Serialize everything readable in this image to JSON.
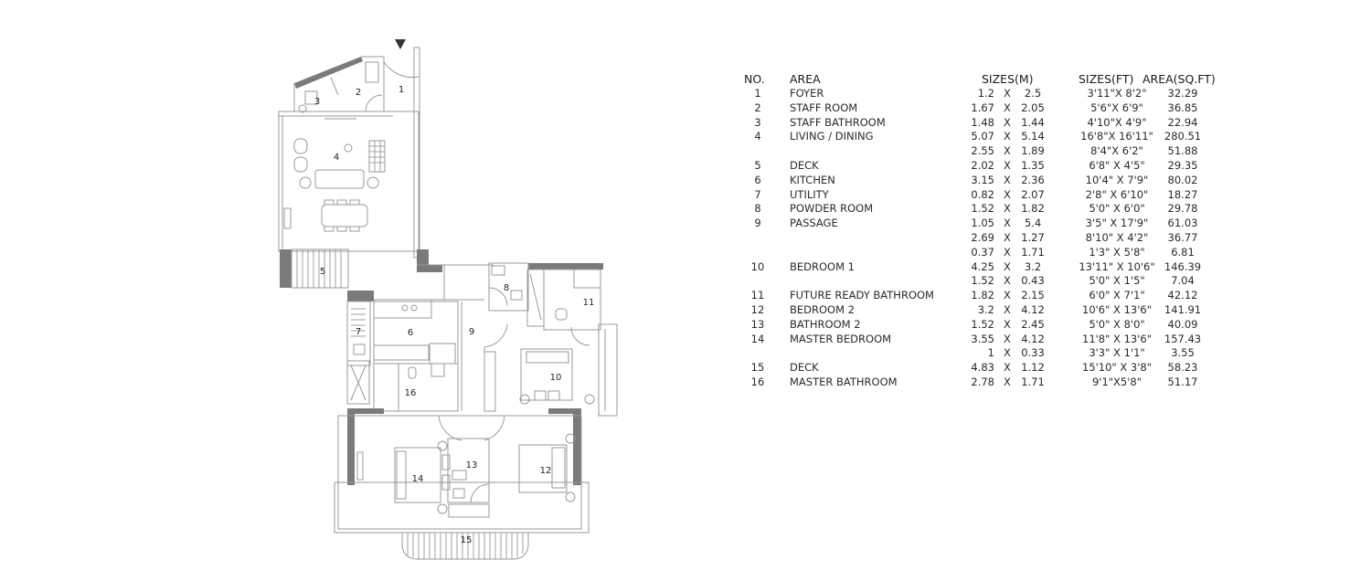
{
  "schedule": {
    "headers": {
      "no": "NO.",
      "area": "AREA",
      "sizes_m": "SIZES(M)",
      "sizes_ft": "SIZES(FT)",
      "area_sqft": "AREA(SQ.FT)"
    },
    "rows": [
      {
        "no": "1",
        "area": "FOYER",
        "m1": "1.2",
        "x": "X",
        "m2": "2.5",
        "ft": "3'11\"X 8'2\"",
        "sqft": "32.29"
      },
      {
        "no": "2",
        "area": "STAFF ROOM",
        "m1": "1.67",
        "x": "X",
        "m2": "2.05",
        "ft": "5'6\"X 6'9\"",
        "sqft": "36.85"
      },
      {
        "no": "3",
        "area": "STAFF BATHROOM",
        "m1": "1.48",
        "x": "X",
        "m2": "1.44",
        "ft": "4'10\"X 4'9\"",
        "sqft": "22.94"
      },
      {
        "no": "4",
        "area": "LIVING / DINING",
        "m1": "5.07",
        "x": "X",
        "m2": "5.14",
        "ft": "16'8\"X 16'11\"",
        "sqft": "280.51"
      },
      {
        "no": "",
        "area": "",
        "m1": "2.55",
        "x": "X",
        "m2": "1.89",
        "ft": "8'4\"X 6'2\"",
        "sqft": "51.88"
      },
      {
        "no": "5",
        "area": "DECK",
        "m1": "2.02",
        "x": "X",
        "m2": "1.35",
        "ft": "6'8\" X 4'5\"",
        "sqft": "29.35"
      },
      {
        "no": "6",
        "area": "KITCHEN",
        "m1": "3.15",
        "x": "X",
        "m2": "2.36",
        "ft": "10'4\" X 7'9\"",
        "sqft": "80.02"
      },
      {
        "no": "7",
        "area": "UTILITY",
        "m1": "0.82",
        "x": "X",
        "m2": "2.07",
        "ft": "2'8\" X 6'10\"",
        "sqft": "18.27"
      },
      {
        "no": "8",
        "area": "POWDER ROOM",
        "m1": "1.52",
        "x": "X",
        "m2": "1.82",
        "ft": "5'0\" X 6'0\"",
        "sqft": "29.78"
      },
      {
        "no": "9",
        "area": "PASSAGE",
        "m1": "1.05",
        "x": "X",
        "m2": "5.4",
        "ft": "3'5\" X 17'9\"",
        "sqft": "61.03"
      },
      {
        "no": "",
        "area": "",
        "m1": "2.69",
        "x": "X",
        "m2": "1.27",
        "ft": "8'10\" X 4'2\"",
        "sqft": "36.77"
      },
      {
        "no": "",
        "area": "",
        "m1": "0.37",
        "x": "X",
        "m2": "1.71",
        "ft": "1'3\" X 5'8\"",
        "sqft": "6.81"
      },
      {
        "no": "10",
        "area": "BEDROOM 1",
        "m1": "4.25",
        "x": "X",
        "m2": "3.2",
        "ft": "13'11\" X 10'6\"",
        "sqft": "146.39"
      },
      {
        "no": "",
        "area": "",
        "m1": "1.52",
        "x": "X",
        "m2": "0.43",
        "ft": "5'0\" X 1'5\"",
        "sqft": "7.04"
      },
      {
        "no": "11",
        "area": "FUTURE READY BATHROOM",
        "m1": "1.82",
        "x": "X",
        "m2": "2.15",
        "ft": "6'0\" X 7'1\"",
        "sqft": "42.12"
      },
      {
        "no": "12",
        "area": "BEDROOM 2",
        "m1": "3.2",
        "x": "X",
        "m2": "4.12",
        "ft": "10'6\" X 13'6\"",
        "sqft": "141.91"
      },
      {
        "no": "13",
        "area": "BATHROOM 2",
        "m1": "1.52",
        "x": "X",
        "m2": "2.45",
        "ft": "5'0\" X 8'0\"",
        "sqft": "40.09"
      },
      {
        "no": "14",
        "area": "MASTER BEDROOM",
        "m1": "3.55",
        "x": "X",
        "m2": "4.12",
        "ft": "11'8\" X 13'6\"",
        "sqft": "157.43"
      },
      {
        "no": "",
        "area": "",
        "m1": "1",
        "x": "X",
        "m2": "0.33",
        "ft": "3'3\" X 1'1\"",
        "sqft": "3.55"
      },
      {
        "no": "15",
        "area": "DECK",
        "m1": "4.83",
        "x": "X",
        "m2": "1.12",
        "ft": "15'10\" X 3'8\"",
        "sqft": "58.23"
      },
      {
        "no": "16",
        "area": "MASTER BATHROOM",
        "m1": "2.78",
        "x": "X",
        "m2": "1.71",
        "ft": "9'1\"X5'8\"",
        "sqft": "51.17"
      }
    ]
  },
  "plan": {
    "entry_marker": "entry-arrow",
    "room_labels": {
      "r1": "1",
      "r2": "2",
      "r3": "3",
      "r4": "4",
      "r5": "5",
      "r6": "6",
      "r7": "7",
      "r8": "8",
      "r9": "9",
      "r10": "10",
      "r11": "11",
      "r12": "12",
      "r13": "13",
      "r14": "14",
      "r15": "15",
      "r16": "16"
    },
    "colors": {
      "wall": "#7a7a7a",
      "line": "#9a9a9a",
      "background": "#ffffff"
    }
  }
}
